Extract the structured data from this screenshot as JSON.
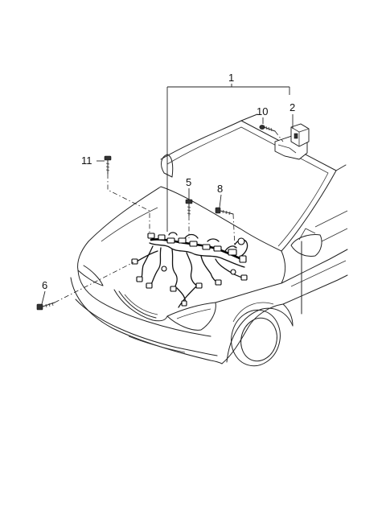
{
  "callouts": {
    "c1": "1",
    "c2": "2",
    "c5": "5",
    "c6": "6",
    "c8": "8",
    "c10": "10",
    "c11": "11"
  }
}
